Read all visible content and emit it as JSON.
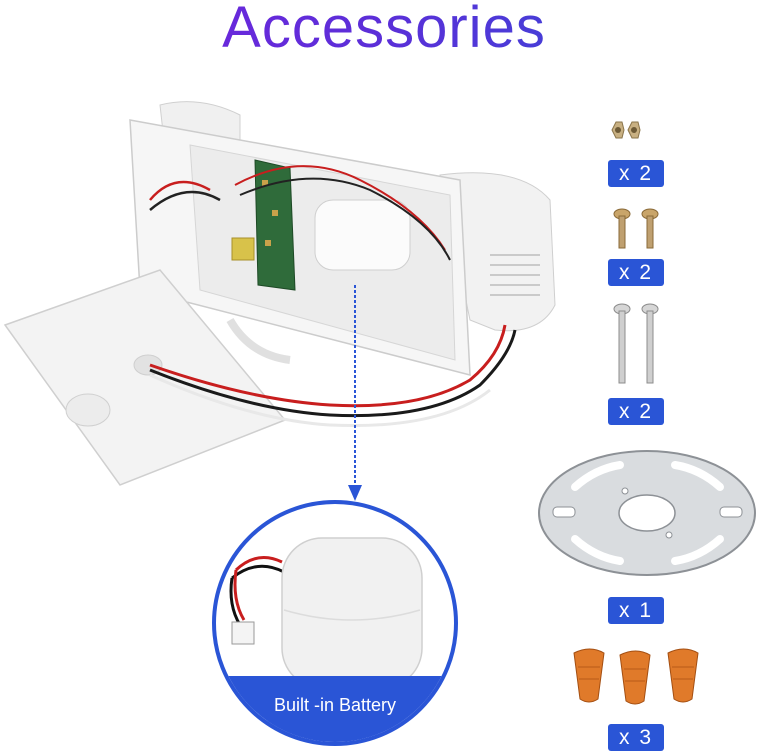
{
  "title": "Accessories",
  "battery": {
    "label": "Built -in Battery"
  },
  "accessories": [
    {
      "icon": "nut-icon",
      "qty": "x 2"
    },
    {
      "icon": "short-screw-icon",
      "qty": "x 2"
    },
    {
      "icon": "long-screw-icon",
      "qty": "x 2"
    },
    {
      "icon": "mounting-plate-icon",
      "qty": "x 1"
    },
    {
      "icon": "wire-nut-icon",
      "qty": "x 3"
    }
  ],
  "colors": {
    "accent": "#2a55d6",
    "title_start": "#7a1fe0",
    "title_end": "#2e50d6"
  }
}
